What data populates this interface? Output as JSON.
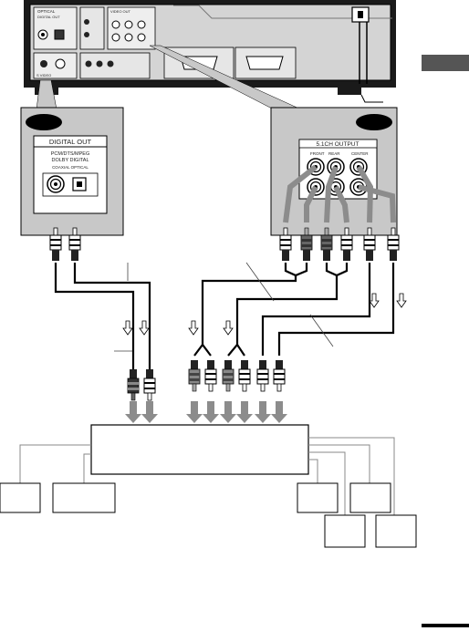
{
  "device_rear_panel": {
    "optical_label": "OPTICAL",
    "digital_out_small": "DIGITAL OUT",
    "svideo_label": "S VIDEO",
    "video_out_label": "VIDEO OUT"
  },
  "inset_left": {
    "title": "DIGITAL OUT",
    "line1": "PCM/DTS/MPEG",
    "line2": "DOLBY DIGITAL",
    "line3": "COAXIAL    OPTICAL"
  },
  "inset_right": {
    "title": "5.1CH OUTPUT",
    "col_front": "FRONT",
    "col_rear": "REAR",
    "col_center": "CENTER"
  },
  "colors": {
    "panel_gray": "#c8c8c8",
    "device_dark": "#1a1a1a",
    "arrow_gray": "#8c8c8c",
    "section_tab": "#555555"
  },
  "icons": [
    "rca-plug-icon",
    "down-arrow-icon",
    "jack-icon",
    "power-cord-icon"
  ]
}
